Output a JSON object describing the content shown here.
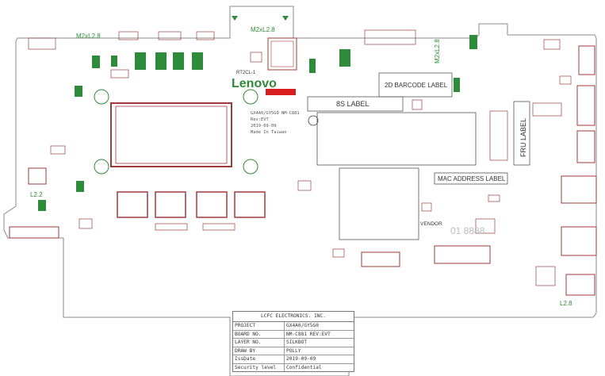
{
  "silkscreen": {
    "brand": "Lenovo",
    "rt_label": "RT2CL-1",
    "model_line1": "GX4A0/GY5G0 NM-C881",
    "model_line2": "Rev:EVT",
    "model_line3": "2019-09-09",
    "model_line4": "Made In Taiwan",
    "screw_top": "M2xL2.8",
    "screw_topleft": "M2xL2.8",
    "screw_right": "M2xL2.8",
    "screw_left": "L2.2",
    "screw_bottomright": "L2.8",
    "label_2d": "2D BARCODE LABEL",
    "label_8s": "8S LABEL",
    "label_fru": "FRU LABEL",
    "label_mac": "MAC ADDRESS LABEL",
    "vendor": "VENDOR",
    "digits": "01 8888"
  },
  "titleblock": {
    "company": "LCFC ELECTRONICS. INC.",
    "rows": [
      {
        "k": "PROJECT",
        "v": "GX4A0/GY5G0"
      },
      {
        "k": "BOARD NO.",
        "v": "NM-C881 REV:EVT"
      },
      {
        "k": "LAYER NO.",
        "v": "SILKBOT"
      },
      {
        "k": "DRAW BY",
        "v": "POLLY"
      },
      {
        "k": "IssDate",
        "v": "2019-09-09"
      },
      {
        "k": "Security level",
        "v": "Confidential"
      }
    ]
  },
  "colors": {
    "outline": "#a33a3a",
    "green": "#2e8b3a",
    "text_gray": "#555555",
    "red_block": "#d81e1e"
  }
}
